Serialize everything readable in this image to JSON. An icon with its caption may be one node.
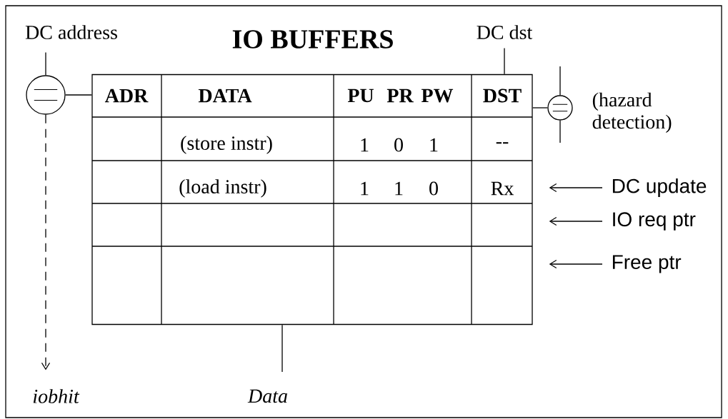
{
  "diagram": {
    "title": "IO BUFFERS",
    "nodes": [
      {
        "text": [
          "DC address"
        ]
      },
      {
        "text": [],
        "shape": "circle"
      },
      {
        "text": [],
        "shape": "box"
      },
      {
        "text": [
          "DC dst"
        ]
      },
      {
        "text": [],
        "shape": "circle",
        "beside": [
          "(hazard detection)"
        ]
      },
      {
        "text": [
          "DC update"
        ]
      },
      {
        "text": [
          "IO req ptr"
        ]
      },
      {
        "text": [
          "Free ptr"
        ]
      },
      {
        "text": [
          "iobhit"
        ]
      },
      {
        "text": [
          "Data"
        ]
      }
    ],
    "edges": [
      {
        "from": 0,
        "to": 1,
        "arrow": "none"
      },
      {
        "from": 1,
        "to": 2,
        "arrow": "none"
      },
      {
        "from": 1,
        "to": 8,
        "arrow": "to",
        "style": "dashed"
      },
      {
        "from": 3,
        "to": 2,
        "arrow": "none"
      },
      {
        "from": 2,
        "to": 4,
        "arrow": "none"
      },
      {
        "from": 5,
        "to": 2,
        "arrow": "to"
      },
      {
        "from": 6,
        "to": 2,
        "arrow": "to"
      },
      {
        "from": 7,
        "to": 2,
        "arrow": "to"
      },
      {
        "from": 2,
        "to": 9,
        "arrow": "none"
      }
    ],
    "labels": [
      "ADR",
      "DATA",
      "PU",
      "PR",
      "PW",
      "DST",
      "(store instr)",
      "1",
      "0",
      "1",
      "--",
      "(load instr)",
      "1",
      "1",
      "0",
      "Rx"
    ]
  }
}
